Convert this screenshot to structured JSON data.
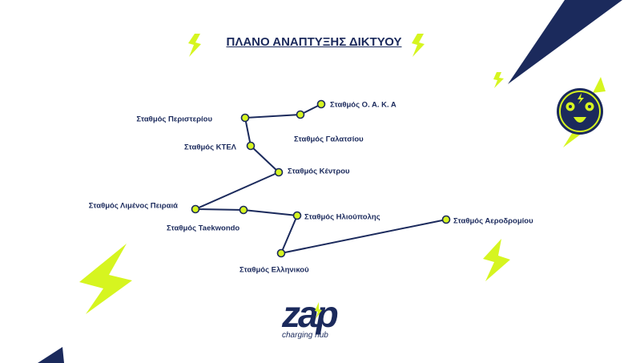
{
  "title": "ΠΛΑΝΟ ΑΝΑΠΤΥΞΗΣ ΔΙΚΤΥΟΥ",
  "logo": {
    "word": "zap",
    "tagline": "charging hub"
  },
  "colors": {
    "navy": "#1b2a5c",
    "accent": "#d6f520"
  },
  "stations": [
    {
      "id": "oaka",
      "label": "Σταθμός Ο. Α. Κ. Α"
    },
    {
      "id": "galatsi",
      "label": "Σταθμός Γαλατσίου"
    },
    {
      "id": "peristeri",
      "label": "Σταθμός Περιστερίου"
    },
    {
      "id": "ktel",
      "label": "Σταθμός ΚΤΕΛ"
    },
    {
      "id": "kentro",
      "label": "Σταθμός Κέντρου"
    },
    {
      "id": "piraeus",
      "label": "Σταθμός Λιμένος Πειραιά"
    },
    {
      "id": "taekwondo",
      "label": "Σταθμός Taekwondo"
    },
    {
      "id": "ilioupoli",
      "label": "Σταθμός Ηλιούπολης"
    },
    {
      "id": "ellinikon",
      "label": "Σταθμός Ελληνικού"
    },
    {
      "id": "aerodromio",
      "label": "Σταθμός Αεροδρομίου"
    }
  ],
  "route": [
    "oaka",
    "galatsi",
    "peristeri",
    "ktel",
    "kentro",
    "piraeus",
    "taekwondo",
    "ilioupoli",
    "ellinikon",
    "aerodromio"
  ],
  "icons": [
    "lightning-bolt-icon",
    "smiley-face-icon",
    "zap-logo"
  ]
}
